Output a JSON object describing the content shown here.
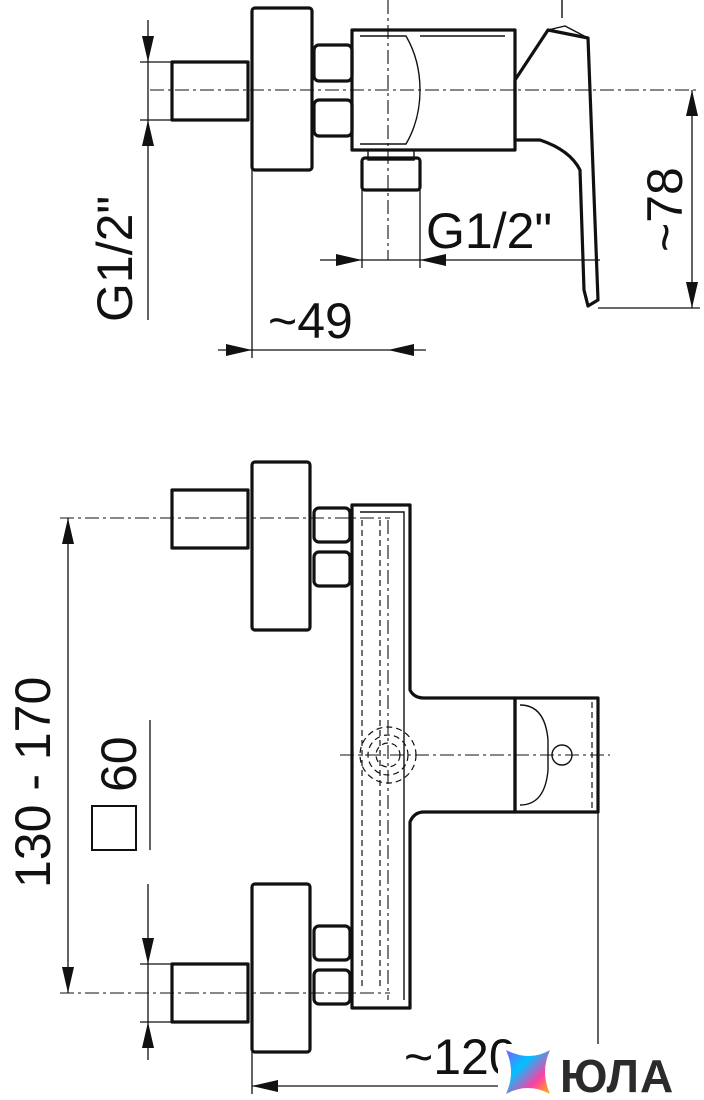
{
  "top_view": {
    "dim_thread_left": "G1/2\"",
    "dim_thread_outlet": "G1/2\"",
    "dim_depth": "~49",
    "dim_height": "~78"
  },
  "front_view": {
    "dim_spacing": "130 - 170",
    "dim_square_size": "60",
    "dim_width": "~120"
  },
  "watermark": {
    "brand": "ЮЛА",
    "colors": [
      "#7b5cff",
      "#00c2ff",
      "#ff3ea5",
      "#ffb800"
    ]
  }
}
